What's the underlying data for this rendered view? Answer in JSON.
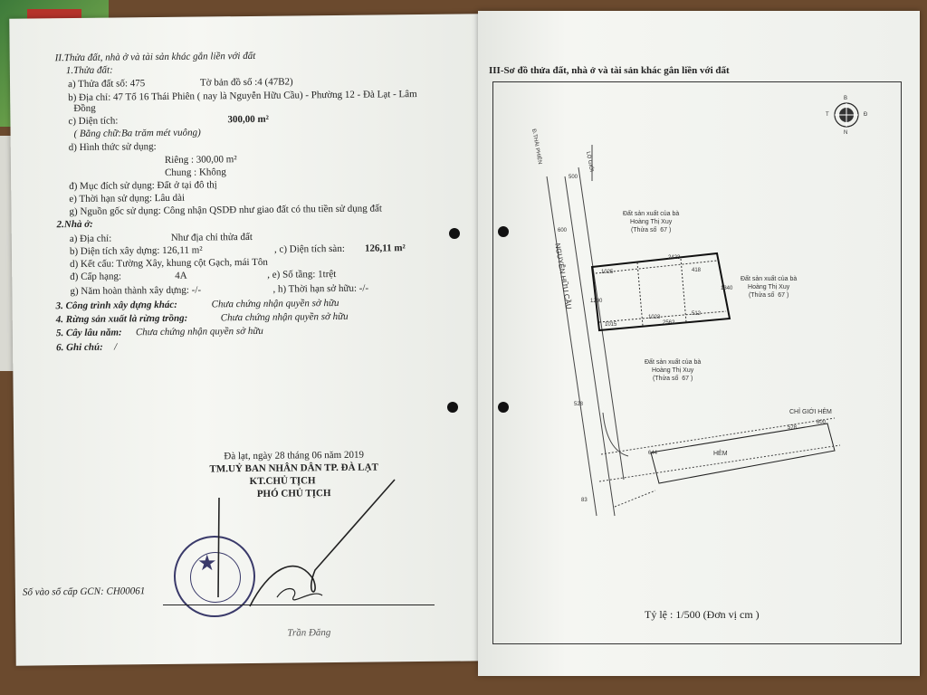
{
  "left": {
    "section2_title": "II.Thửa đất, nhà ở và tài sản khác gắn liền với đất",
    "sub1_title": "1.Thửa đất:",
    "a_label": "a) Thửa đất số: 475",
    "a_map": "Tờ bản đồ số :4 (47B2)",
    "b_addr": "b) Địa chỉ: 47 Tổ 16 Thái Phiên ( nay là  Nguyễn Hữu Cầu) - Phường  12 - Đà Lạt - Lâm",
    "b_addr2": "Đồng",
    "c_area_label": "c) Diện tích:",
    "c_area_value": "300,00 m²",
    "c_words": "( Bằng chữ:Ba trăm mét vuông)",
    "d_form": "d) Hình thức sử dụng:",
    "d_private": "Riêng :  300,00 m²",
    "d_common": "Chung :  Không",
    "d_purpose": "đ) Mục đích sử dụng: Đất ở tại đô thị",
    "e_term": "e) Thời hạn sử dụng:     Lâu dài",
    "g_origin": "g) Nguồn gốc sử dụng: Công nhận QSDĐ như giao đất có thu tiền sử dụng đất",
    "sub2_title": "2.Nhà ở:",
    "h_addr_label": "a) Địa chỉ:",
    "h_addr_value": "Như địa chỉ thửa đất",
    "h_b": "b) Diện tích xây dựng: 126,11 m²",
    "h_c_label": ", c) Diện tích sàn:",
    "h_c_value": "126,11 m²",
    "h_d": "d) Kết cấu:  Tường Xây, khung cột Gạch, mái Tôn",
    "h_dd_label": "đ) Cấp hạng:",
    "h_dd_value": "4A",
    "h_e": ", e) Số tầng: 1trệt",
    "h_g": "g) Năm hoàn thành xây dựng: -/-",
    "h_h": ", h) Thời hạn sở hữu: -/-",
    "s3_label": "3. Công trình xây dựng khác:",
    "s3_value": "Chưa chứng nhận quyền sở hữu",
    "s4_label": "4. Rừng sản xuất là rừng trồng:",
    "s4_value": "Chưa chứng nhận quyền sở hữu",
    "s5_label": "5. Cây lâu năm:",
    "s5_value": "Chưa chứng nhận quyền sở hữu",
    "s6_label": "6. Ghi chú:",
    "s6_value": "/",
    "date_line": "Đà lạt, ngày 28 tháng 06  năm 2019",
    "org_line": "TM.UỶ BAN NHÂN DÂN TP. ĐÀ LẠT",
    "kt_line": "KT.CHỦ TỊCH",
    "vice_line": "PHÓ CHỦ TỊCH",
    "gcn_line": "Số vào sổ cấp GCN: CH00061",
    "signer": "Trần Đăng"
  },
  "right": {
    "title": "III-Sơ đồ thửa đất, nhà ở và tài sản khác gắn liền với đất",
    "scale": "Tỷ lệ : 1/500 (Đơn vị cm )",
    "road_thai_phien": "Đ.THÁI PHIÊN",
    "road_nguyen": "NGUYỄN HỮU CẦU",
    "lo_gioi": "LỘ GIỚI",
    "chi_gioi_hem": "CHỈ GIỚI HẺM",
    "hem": "HẺM",
    "neighbor_top": "Đất sản xuất của bà\nHoàng Thị Xuy\n(Thửa số  67 )",
    "neighbor_right": "Đất sản xuất của bà\nHoàng Thị Xuy\n(Thửa số  67 )",
    "neighbor_bottom": "Đất sản xuất của bà\nHoàng Thị Xuy\n(Thửa số  67 )",
    "dims": {
      "top": "2423",
      "bottom": "2562",
      "left": "1200",
      "right": "1340",
      "d500": "500",
      "d600": "600",
      "d1025": "1025",
      "d1015": "1015",
      "d1023": "1023",
      "d512": "512",
      "d418": "418",
      "d528": "528",
      "d800": "800",
      "d644": "644",
      "d578": "578",
      "d83": "83"
    },
    "compass": {
      "n": "B",
      "s": "N",
      "e": "Đ",
      "w": "T"
    }
  }
}
